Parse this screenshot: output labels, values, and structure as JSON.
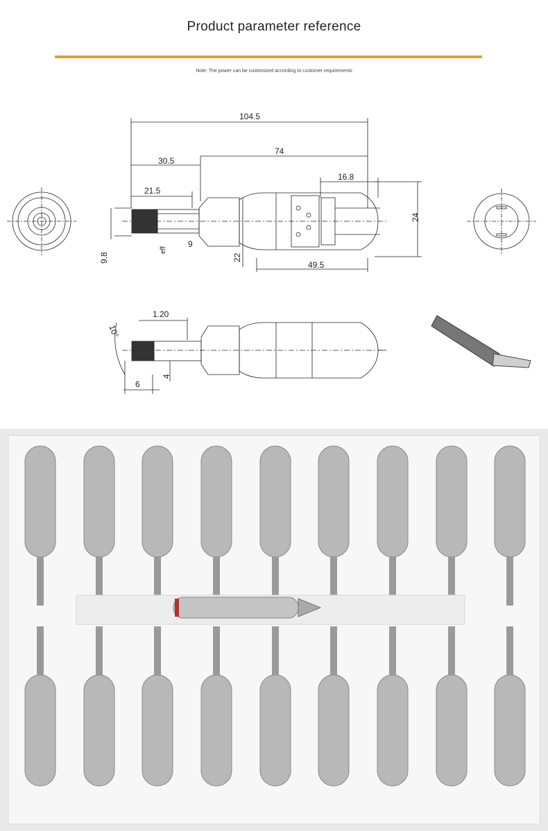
{
  "header": {
    "title": "Product parameter reference",
    "note": "Note: The power can be customized according to customer requirements",
    "rule_color": "#d9a531"
  },
  "drawing": {
    "dim_104_5": "104.5",
    "dim_74": "74",
    "dim_30_5": "30.5",
    "dim_21_5": "21.5",
    "dim_16_8": "16.8",
    "dim_24": "24",
    "dim_9": "9",
    "dim_eff": "eff",
    "dim_9_8": "9.8",
    "dim_22": "22",
    "dim_49_5": "49.5",
    "dim_1_20": "1.20",
    "dim_10deg": "10°",
    "dim_6": "6",
    "dim_4": "4"
  },
  "photo": {
    "description_icon": "handpiece-array-photo",
    "tray_color": "#e9e9e9",
    "metal_color": "#b8b8b8",
    "accent_color": "#b33030"
  }
}
